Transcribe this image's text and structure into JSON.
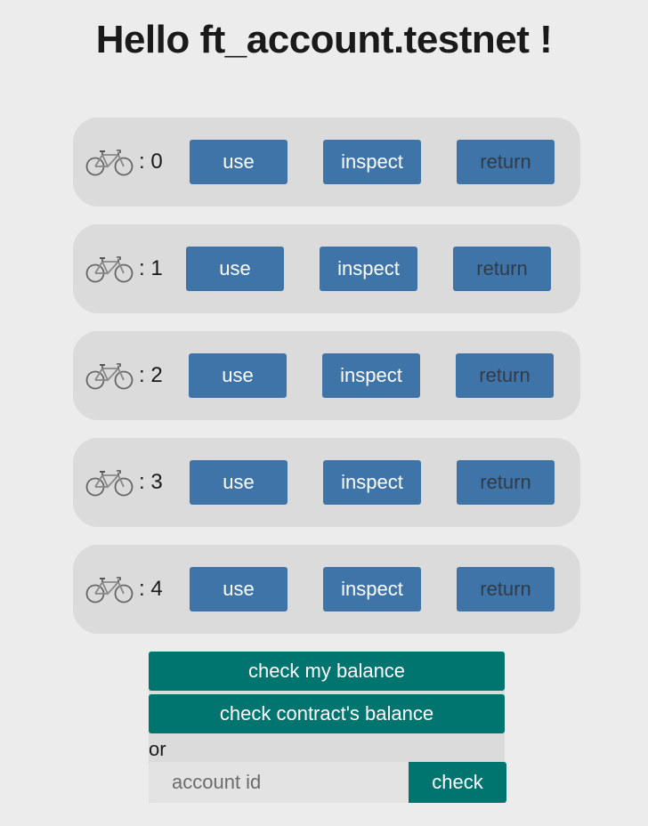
{
  "header": {
    "title": "Hello ft_account.testnet !"
  },
  "bikes": [
    {
      "icon": "bicycle-icon",
      "label": ": 0",
      "use_label": "use",
      "inspect_label": "inspect",
      "return_label": "return"
    },
    {
      "icon": "bicycle-icon",
      "label": ": 1",
      "use_label": "use",
      "inspect_label": "inspect",
      "return_label": "return"
    },
    {
      "icon": "bicycle-icon",
      "label": ": 2",
      "use_label": "use",
      "inspect_label": "inspect",
      "return_label": "return"
    },
    {
      "icon": "bicycle-icon",
      "label": ": 3",
      "use_label": "use",
      "inspect_label": "inspect",
      "return_label": "return"
    },
    {
      "icon": "bicycle-icon",
      "label": ": 4",
      "use_label": "use",
      "inspect_label": "inspect",
      "return_label": "return"
    }
  ],
  "balance": {
    "check_my_balance_label": "check my balance",
    "check_contract_balance_label": "check contract's balance",
    "or_label": "or",
    "account_placeholder": "account id",
    "account_value": "",
    "check_label": "check"
  },
  "colors": {
    "background": "#ececec",
    "row_background": "#dbdbdb",
    "primary_button": "#3f74a9",
    "return_text": "#333b46",
    "teal_button": "#007570"
  }
}
